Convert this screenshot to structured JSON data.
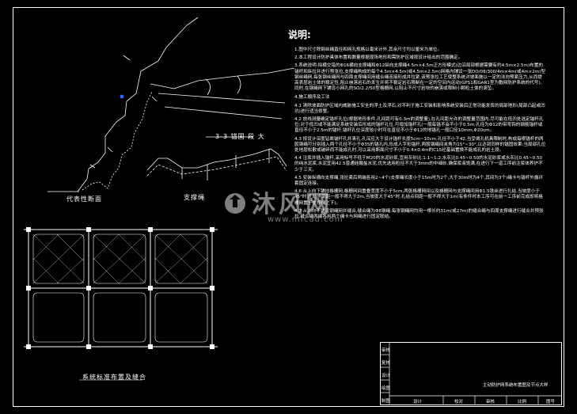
{
  "drawing": {
    "notes_title": "说明:",
    "notes": [
      "1.图中尺寸除钢丝绳直径和网孔规格以毫米计外,其余尺寸均以厘米为单位。",
      "2.本工程设计防护具体布置和数量根据现场地形和需防护区域按设计给出的范围确定。",
      "3.系统说明:拟横交错的Φ16横向支撑绳和Φ12纵向支撑绳4.5m×4.5m正方形模式(边沿局部根据需要有约4.5m×2.5m)布置的锚杆和纵拉并进行预张拉,支撑绳构成的每个4.5m×4.5m(或4.5m×2.5m)网格内铺设一张DO/08/300/4m×4m(或4m×2m)型钢丝绳网,每张钢丝绳网与四周支撑绳间用缝合绳连接形成并拉紧,该预张拉工艺使整系统对坡面施以一定的法向预紧压力,从而提高表层岩土体的稳定性,阻止崩落岩石的发生并将不稳定岩石限制在一定的空间内运动(GPS1和GAR1型为敷网防护系统的代号),同时,在钢绳网下铺设小网孔的SO/2.2/50型格栅网,以阻止不尺寸岩块的崩落或限制小颗粒土体的滚坠。",
      "4.施工顺序及工法",
      "4.1 清除坡面防护区域内威胁施工安全的浮土及浮石,对不利于施工安装和影响系统安装后正常功能发挥的局部地形(局部凸起或凹坑)进行适当修整。",
      "4.2 放线测量确定锚杆孔位(根据地形条件,孔间距可有0.3m的调整量),在孔间距允许的调整量范围内,尽可能在低凹处选定锚杆孔位;对于低凹或不能满足系统安装后形成的锚杆孔位,可增加锚杆孔(一般每锚不会不小于0.5m;孔径为Φ12的带弯钩的钢筋锚杆或直径不小于2.5m的锚杆;锚杆孔位深度较小时可在直径不小于Φ12的地锚孔一般口径10mm,Φ20cm。",
      "4.3 按设计深度钻凿锚杆孔并清孔,孔深应大于设计锚杆长度5cm~10cm,孔径不小于42,当受凿孔机具限制时,构成每根锚杆的两股钢绳可分别插入两个孔径不小于Φ35的锚孔内,形成人字形锚杆,两股钢绳间夹角为15°~30°,以达到同样的锚固效果;当局部孔位处地层松散或破碎而不能成孔时,可以采用断面尺寸不小于0.4×0.4m的C15砼基础置换不能成孔的岩土段。",
      "4.4 注浆并插入锚杆,采用标号不低于M20的水泥砂浆,宜用灰砂比:1:1~1:2,水灰比0.45~0.50的水泥砂浆或水灰比0.45~0.50的纯水泥浆,水泥宜用42.5普通硅酸盐水泥,优先选用粒径不大于3mm的中细砂,确保浆液饱满,在进行下一道工序前注浆体养护不少于三天。",
      "4.5 安装纵横向支撑绳,张拉紧后两端各用2~4个(支撑绳长度小于15m时为2个,大于30m时为4个,其间为3个)绳卡与锚杆外露环套固定连接。",
      "4.6 从上向下铺挂格栅网,格栅网间重叠宽度不小于5cm,两张格栅网间以及格栅网与支撑绳间用Φ1.5铁丝进行扎结,当坡度小于45°时,扎结点间距一般不得大于2m,当坡度大于45°时,扎结点间距一般不得大于1m(有条件时本工序可在前一工序前完成即将格栅网置于支撑绳之下)。",
      "4.7 从上向下铺设钢绳网并缝合,缝合绳为Φ8钢绳,每张钢绳网均用一根长约31m(或27m)的缝合绳与四周支撑绳进行缝合并预张拉,缝合绳两端各用两个绳卡与网绳进行固定联结。"
    ],
    "labels": {
      "anchor_detail": "3-3 锚固 段 大",
      "typical_section": "代表性断面",
      "support_rope": "支撑绳",
      "layout_caption": "系统标准布置及缝合"
    },
    "title_block": {
      "side_rows": [
        "审核",
        "复核",
        "设计",
        "绘图",
        "制图"
      ],
      "bottom": [
        "设计",
        "校对",
        "审核",
        "比例",
        "图号"
      ],
      "main_title": "主动防护网系统布置图及节点大样"
    },
    "watermark": {
      "text": "沐风网",
      "url": "www.mfcad.com"
    }
  }
}
